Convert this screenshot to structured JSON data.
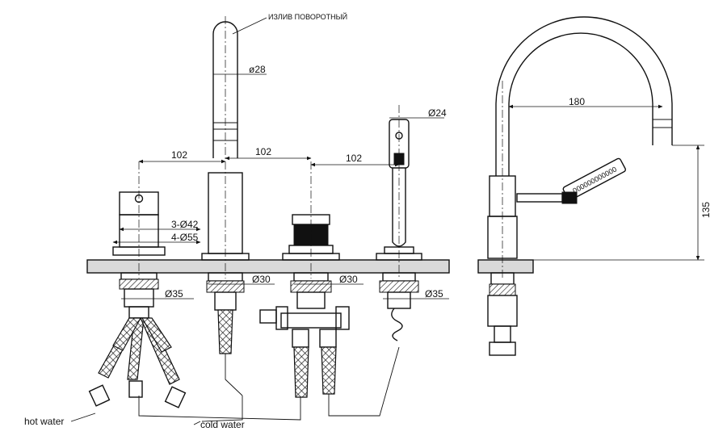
{
  "labels": {
    "spout_note": "ИЗЛИВ ПОВОРОТНЫЙ",
    "hot_water": "hot water",
    "cold_water": "cold water"
  },
  "dimensions": {
    "spout_diameter": "ø28",
    "shower_diameter": "Ø24",
    "spacing_1": "102",
    "spacing_2": "102",
    "spacing_3": "102",
    "base_diameter_1": "3-Ø42",
    "base_diameter_2": "4-Ø55",
    "hole_left": "Ø35",
    "hole_spout": "Ø30",
    "hole_mixer": "Ø30",
    "hole_shower": "Ø35",
    "spout_reach": "180",
    "spout_height": "135"
  },
  "markings": {
    "hand_shower_code": "000000000000"
  }
}
